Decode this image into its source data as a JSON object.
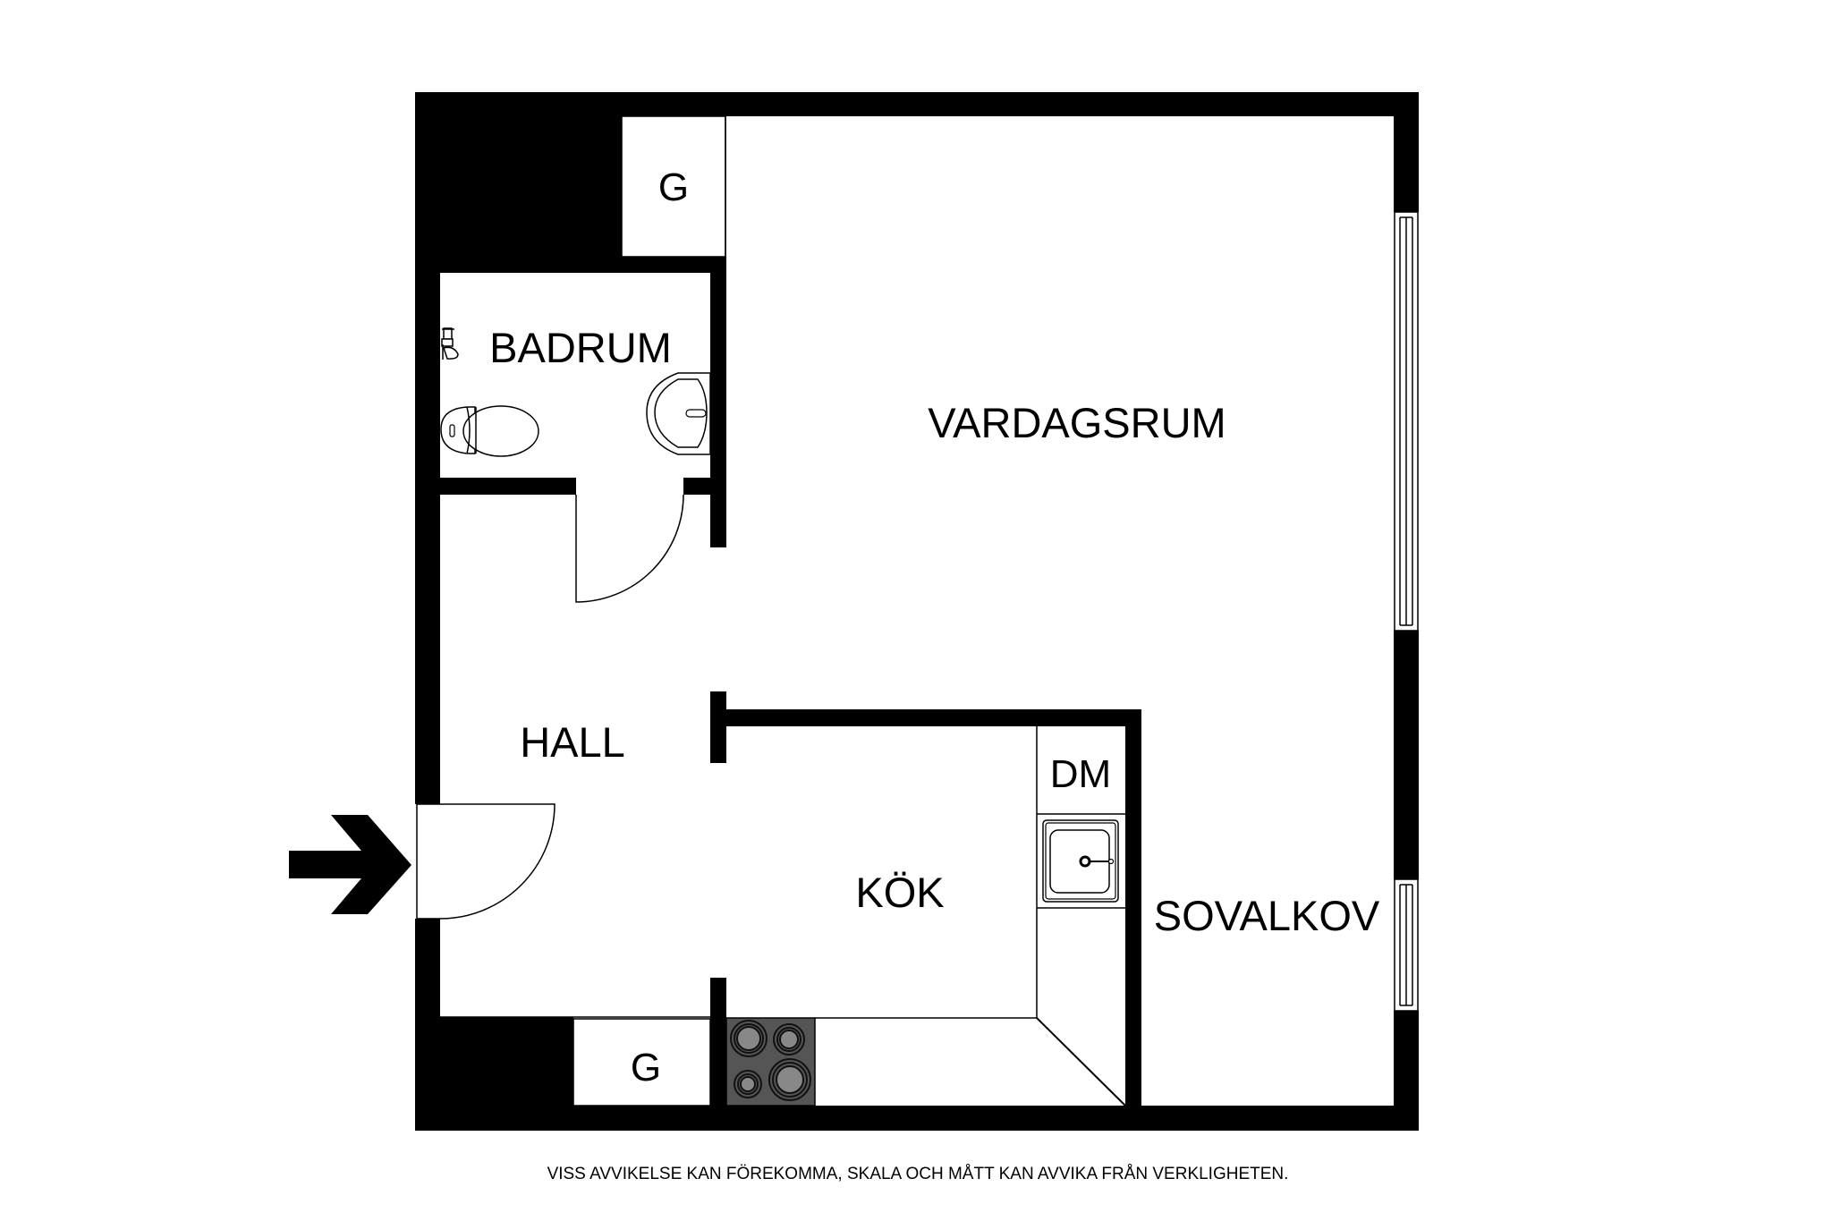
{
  "plan": {
    "rooms": {
      "vardagsrum": "VARDAGSRUM",
      "badrum": "BADRUM",
      "hall": "HALL",
      "kok": "KÖK",
      "sovalkov": "SOVALKOV"
    },
    "fixtures": {
      "wardrobe_top": "G",
      "wardrobe_bottom": "G",
      "dishwasher": "DM"
    },
    "entrance_icon": "arrow-right-icon",
    "colors": {
      "wall": "#000000",
      "background": "#ffffff",
      "stove": "#555555",
      "burner": "#888888"
    }
  },
  "footer": {
    "disclaimer": "VISS AVVIKELSE KAN FÖREKOMMA, SKALA OCH MÅTT KAN AVVIKA FRÅN VERKLIGHETEN."
  }
}
